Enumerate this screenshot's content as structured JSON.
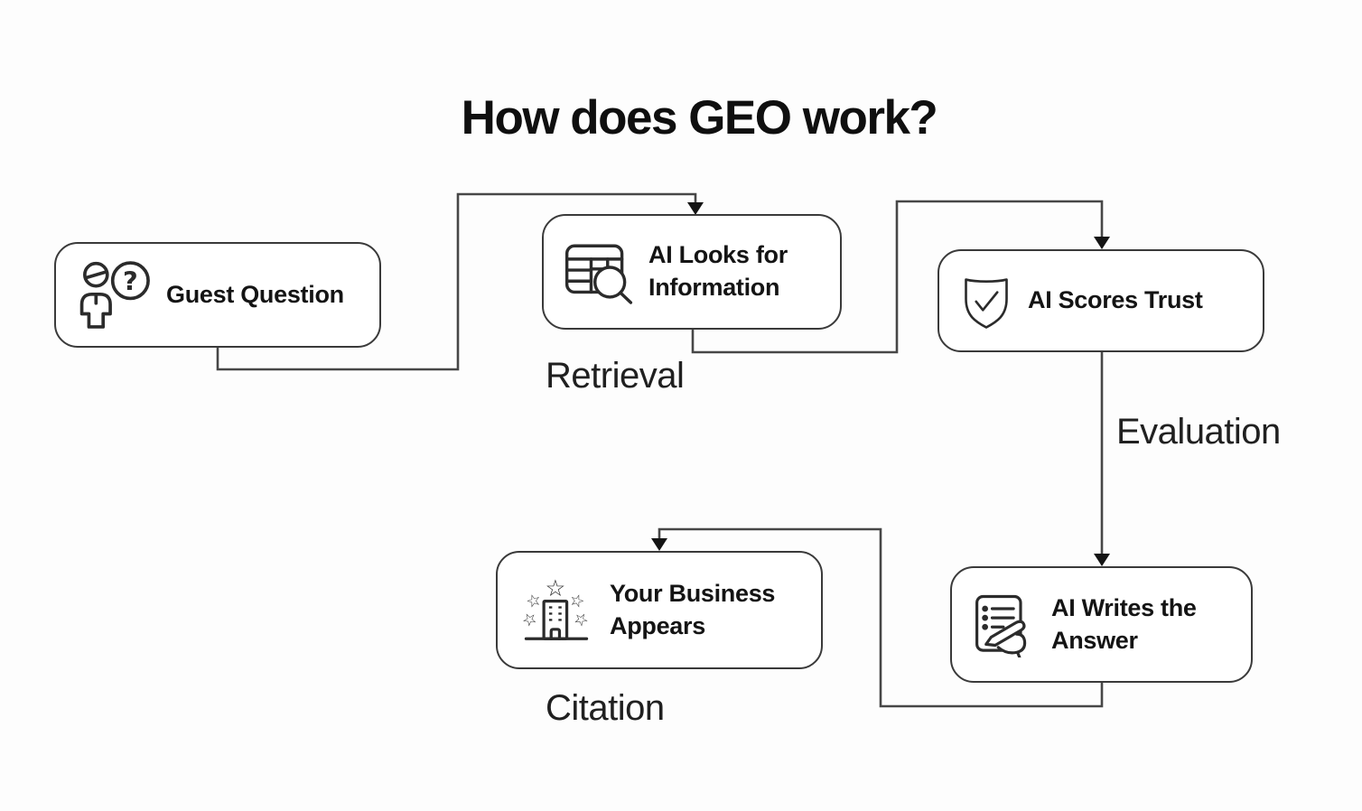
{
  "title": "How does GEO work?",
  "colors": {
    "background": "#fdfdfd",
    "box_border": "#3a3a3a",
    "connector_line": "#474747",
    "arrowhead": "#141414",
    "text": "#141414"
  },
  "flow": {
    "nodes": [
      {
        "id": "guest-question",
        "label": "Guest Question",
        "icon": "person-question-icon"
      },
      {
        "id": "ai-looks-for-information",
        "label": "AI Looks for Information",
        "icon": "table-search-icon"
      },
      {
        "id": "ai-scores-trust",
        "label": "AI Scores Trust",
        "icon": "shield-check-icon"
      },
      {
        "id": "ai-writes-the-answer",
        "label": "AI Writes the Answer",
        "icon": "document-pen-icon"
      },
      {
        "id": "your-business-appears",
        "label": "Your Business Appears",
        "icon": "building-stars-icon"
      }
    ],
    "stages": [
      {
        "label": "Retrieval"
      },
      {
        "label": "Evaluation"
      },
      {
        "label": "Citation"
      }
    ],
    "edges": [
      {
        "from": "guest-question",
        "to": "ai-looks-for-information",
        "stage": "Retrieval"
      },
      {
        "from": "ai-looks-for-information",
        "to": "ai-scores-trust"
      },
      {
        "from": "ai-scores-trust",
        "to": "ai-writes-the-answer",
        "stage": "Evaluation"
      },
      {
        "from": "ai-writes-the-answer",
        "to": "your-business-appears",
        "stage": "Citation"
      }
    ]
  }
}
